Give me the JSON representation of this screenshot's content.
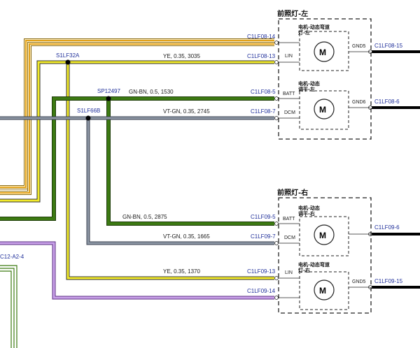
{
  "modules": [
    {
      "title": "前照灯-左",
      "motors": [
        {
          "name_line1": "电机-动态弯道",
          "name_line2": "灯-左",
          "pin_label": "LIN",
          "ground_pin": "GND5",
          "ground_connector": "C1LF08-15"
        },
        {
          "name_line1": "电机-动态",
          "name_line2": "调平-左",
          "pin_label": "BATT",
          "pin_label2": "DCM",
          "ground_pin": "GND6",
          "ground_connector": "C1LF08-6"
        }
      ]
    },
    {
      "title": "前照灯-右",
      "motors": [
        {
          "name_line1": "电机-动态",
          "name_line2": "调平-右",
          "pin_label": "BATT",
          "pin_label2": "DCM",
          "ground_connector": "C1LF09-6"
        },
        {
          "name_line1": "电机-动态弯道",
          "name_line2": "灯-右",
          "pin_label": "LIN",
          "ground_pin": "GND5",
          "ground_connector": "C1LF09-15"
        }
      ]
    }
  ],
  "connectors": {
    "c1lf08_14": "C1LF08-14",
    "c1lf08_13": "C1LF08-13",
    "c1lf08_5": "C1LF08-5",
    "c1lf08_7": "C1LF08-7",
    "c1lf09_5": "C1LF09-5",
    "c1lf09_7": "C1LF09-7",
    "c1lf09_13": "C1LF09-13",
    "c1lf09_14": "C1LF09-14",
    "partial_left": "C12-A2-4"
  },
  "splices": {
    "s1lf32a": "S1LF32A",
    "sp12497": "SP12497",
    "s1lf66b": "S1LF66B"
  },
  "wires": {
    "ye_3035": "YE,  0.35,  3035",
    "gnbn_1530": "GN-BN,  0.5,  1530",
    "vtgn_2745": "VT-GN,  0.35,  2745",
    "gnbn_2875": "GN-BN,  0.5,  2875",
    "vtgn_1665": "VT-GN,  0.35,  1665",
    "ye_1370": "YE,  0.35,  1370"
  },
  "colors": {
    "orange": "#e3a21a",
    "yellow": "#f2ea2a",
    "green": "#3c7a12",
    "gray_blue": "#707c8a",
    "purple": "#9a5ec4",
    "ground": "#000000",
    "label_blue": "#1f2f9a"
  }
}
